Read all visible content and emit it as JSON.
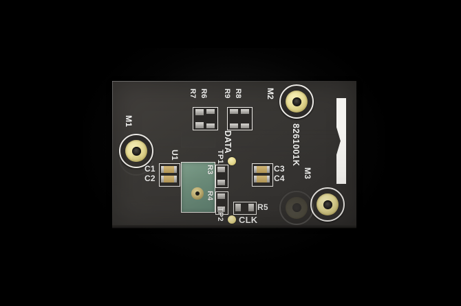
{
  "scene": {
    "subject": "pcb-module-product-photo",
    "background_color": "#000000",
    "board_color": "#3a3835",
    "silkscreen_color": "#f2f2f0",
    "gold_pad_color": "#e7dc96",
    "module_body_color": "#6d8f7c"
  },
  "board": {
    "part_number": "8261001K",
    "mounting_holes": [
      {
        "label": "M1"
      },
      {
        "label": "M2"
      },
      {
        "label": "M3"
      }
    ],
    "test_points": [
      {
        "ref": "TP1",
        "net": "DATA"
      },
      {
        "ref": "TP2",
        "net": "CLK"
      }
    ],
    "components": [
      {
        "ref": "U1",
        "type": "module",
        "populated": true
      },
      {
        "ref": "C1",
        "type": "capacitor",
        "populated": true
      },
      {
        "ref": "C2",
        "type": "capacitor",
        "populated": true
      },
      {
        "ref": "C3",
        "type": "capacitor",
        "populated": true
      },
      {
        "ref": "C4",
        "type": "capacitor",
        "populated": true
      },
      {
        "ref": "R3",
        "type": "resistor",
        "populated": false
      },
      {
        "ref": "R4",
        "type": "resistor",
        "populated": false
      },
      {
        "ref": "R5",
        "type": "resistor",
        "populated": false
      },
      {
        "ref": "R6",
        "type": "resistor",
        "populated": false
      },
      {
        "ref": "R7",
        "type": "resistor",
        "populated": false
      },
      {
        "ref": "R8",
        "type": "resistor",
        "populated": false
      },
      {
        "ref": "R9",
        "type": "resistor",
        "populated": false
      }
    ]
  },
  "labels": {
    "m1": "M1",
    "m2": "M2",
    "m3": "M3",
    "part_number": "8261001K",
    "u1": "U1",
    "c1": "C1",
    "c2": "C2",
    "c3": "C3",
    "c4": "C4",
    "r3": "R3",
    "r4": "R4",
    "r5": "R5",
    "r6": "R6",
    "r7": "R7",
    "r8": "R8",
    "r9": "R9",
    "tp1": "TP1",
    "tp2": "TP2",
    "data": "DATA",
    "clk": "CLK"
  }
}
